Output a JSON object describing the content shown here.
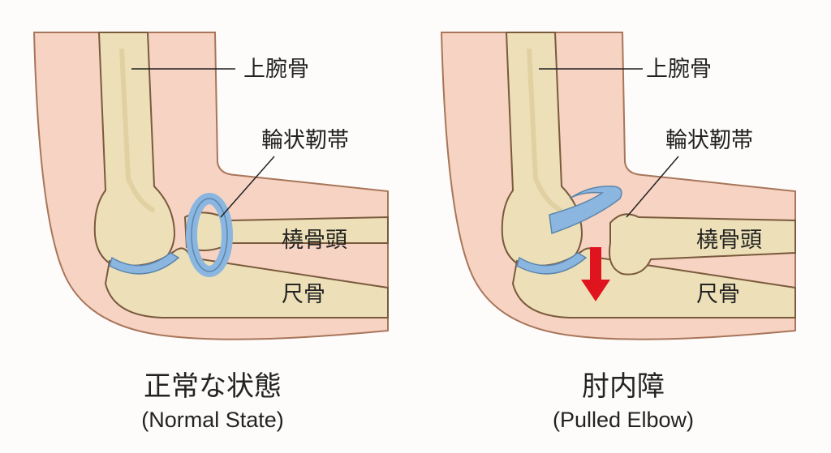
{
  "panels": [
    {
      "caption_ja": "正常な状態",
      "caption_en": "(Normal State)",
      "labels": {
        "humerus": "上腕骨",
        "annular_ligament": "輪状靭帯",
        "radial_head": "橈骨頭",
        "ulna": "尺骨"
      }
    },
    {
      "caption_ja": "肘内障",
      "caption_en": "(Pulled Elbow)",
      "labels": {
        "humerus": "上腕骨",
        "annular_ligament": "輪状靭帯",
        "radial_head": "橈骨頭",
        "ulna": "尺骨"
      },
      "arrow_color": "#e0141e"
    }
  ],
  "colors": {
    "skin": "#f6d3c2",
    "bone": "#ede0b8",
    "ligament": "#8ab6df",
    "outline": "#7a5a3c"
  }
}
